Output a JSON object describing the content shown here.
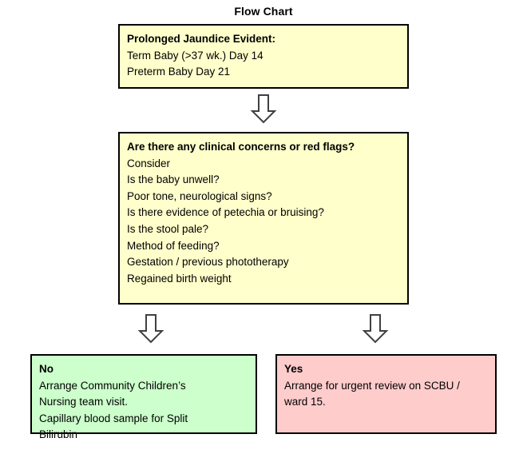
{
  "title": "Flow Chart",
  "colors": {
    "page_background": "#ffffff",
    "box_yellow": "#ffffcc",
    "box_green": "#ccffcc",
    "box_pink": "#ffcccc",
    "border": "#000000",
    "arrow_fill": "#ffffff",
    "arrow_stroke": "#404040",
    "text": "#000000"
  },
  "nodes": {
    "prolonged_jaundice": {
      "heading": "Prolonged Jaundice Evident:",
      "lines": [
        "Term Baby (>37 wk.) Day 14",
        "Preterm Baby Day 21"
      ]
    },
    "clinical_concerns": {
      "heading": "Are there any clinical concerns or red flags?",
      "lines": [
        "Consider",
        "Is the baby unwell?",
        "Poor tone, neurological signs?",
        "Is there evidence of petechia or bruising?",
        "Is the stool pale?",
        "Method of feeding?",
        "Gestation / previous phototherapy",
        "Regained birth weight"
      ]
    },
    "no_branch": {
      "heading": "No",
      "lines": [
        "Arrange Community Children’s",
        "Nursing team visit.",
        "Capillary blood sample for Split",
        "Bilirubin"
      ]
    },
    "yes_branch": {
      "heading": "Yes",
      "lines": [
        "Arrange for urgent review on SCBU /",
        "ward 15."
      ]
    }
  },
  "arrows": [
    {
      "id": "arrow-main",
      "direction": "down",
      "from": "prolonged_jaundice",
      "to": "clinical_concerns",
      "label": ""
    },
    {
      "id": "arrow-no",
      "direction": "down",
      "from": "clinical_concerns",
      "to": "no_branch",
      "label": ""
    },
    {
      "id": "arrow-yes",
      "direction": "down",
      "from": "clinical_concerns",
      "to": "yes_branch",
      "label": ""
    }
  ]
}
